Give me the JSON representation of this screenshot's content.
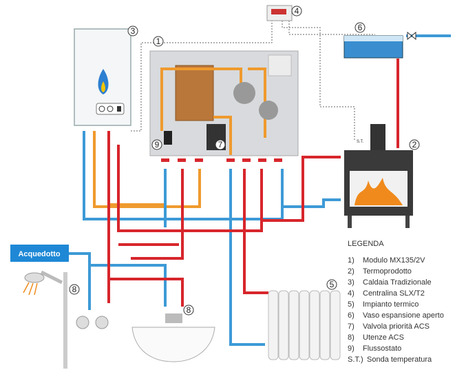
{
  "callouts": {
    "module": "1",
    "fireplace": "2",
    "boiler": "3",
    "controller": "4",
    "radiator": "5",
    "tank": "6",
    "priority_valve": "7",
    "sink": "8",
    "shower": "8",
    "flow_switch": "9"
  },
  "labels": {
    "aqueduct": "Acquedotto",
    "sensor": "S.T."
  },
  "legend": {
    "title": "LEGENDA",
    "items": [
      {
        "key": "1)",
        "label": "Modulo MX135/2V"
      },
      {
        "key": "2)",
        "label": "Termoprodotto"
      },
      {
        "key": "3)",
        "label": "Caldaia Tradizionale"
      },
      {
        "key": "4)",
        "label": "Centralina SLX/T2"
      },
      {
        "key": "5)",
        "label": "Impianto termico"
      },
      {
        "key": "6)",
        "label": "Vaso espansione aperto"
      },
      {
        "key": "7)",
        "label": "Valvola priorità ACS"
      },
      {
        "key": "8)",
        "label": "Utenze ACS"
      },
      {
        "key": "9)",
        "label": "Flussostato"
      },
      {
        "key": "S.T.)",
        "label": "Sonda temperatura"
      }
    ]
  },
  "colors": {
    "hot_pipe": "#d7262c",
    "cold_pipe": "#3d9ad6",
    "primary_pipe": "#ef9a2e",
    "aqueduct_label_bg": "#1e88d6"
  }
}
